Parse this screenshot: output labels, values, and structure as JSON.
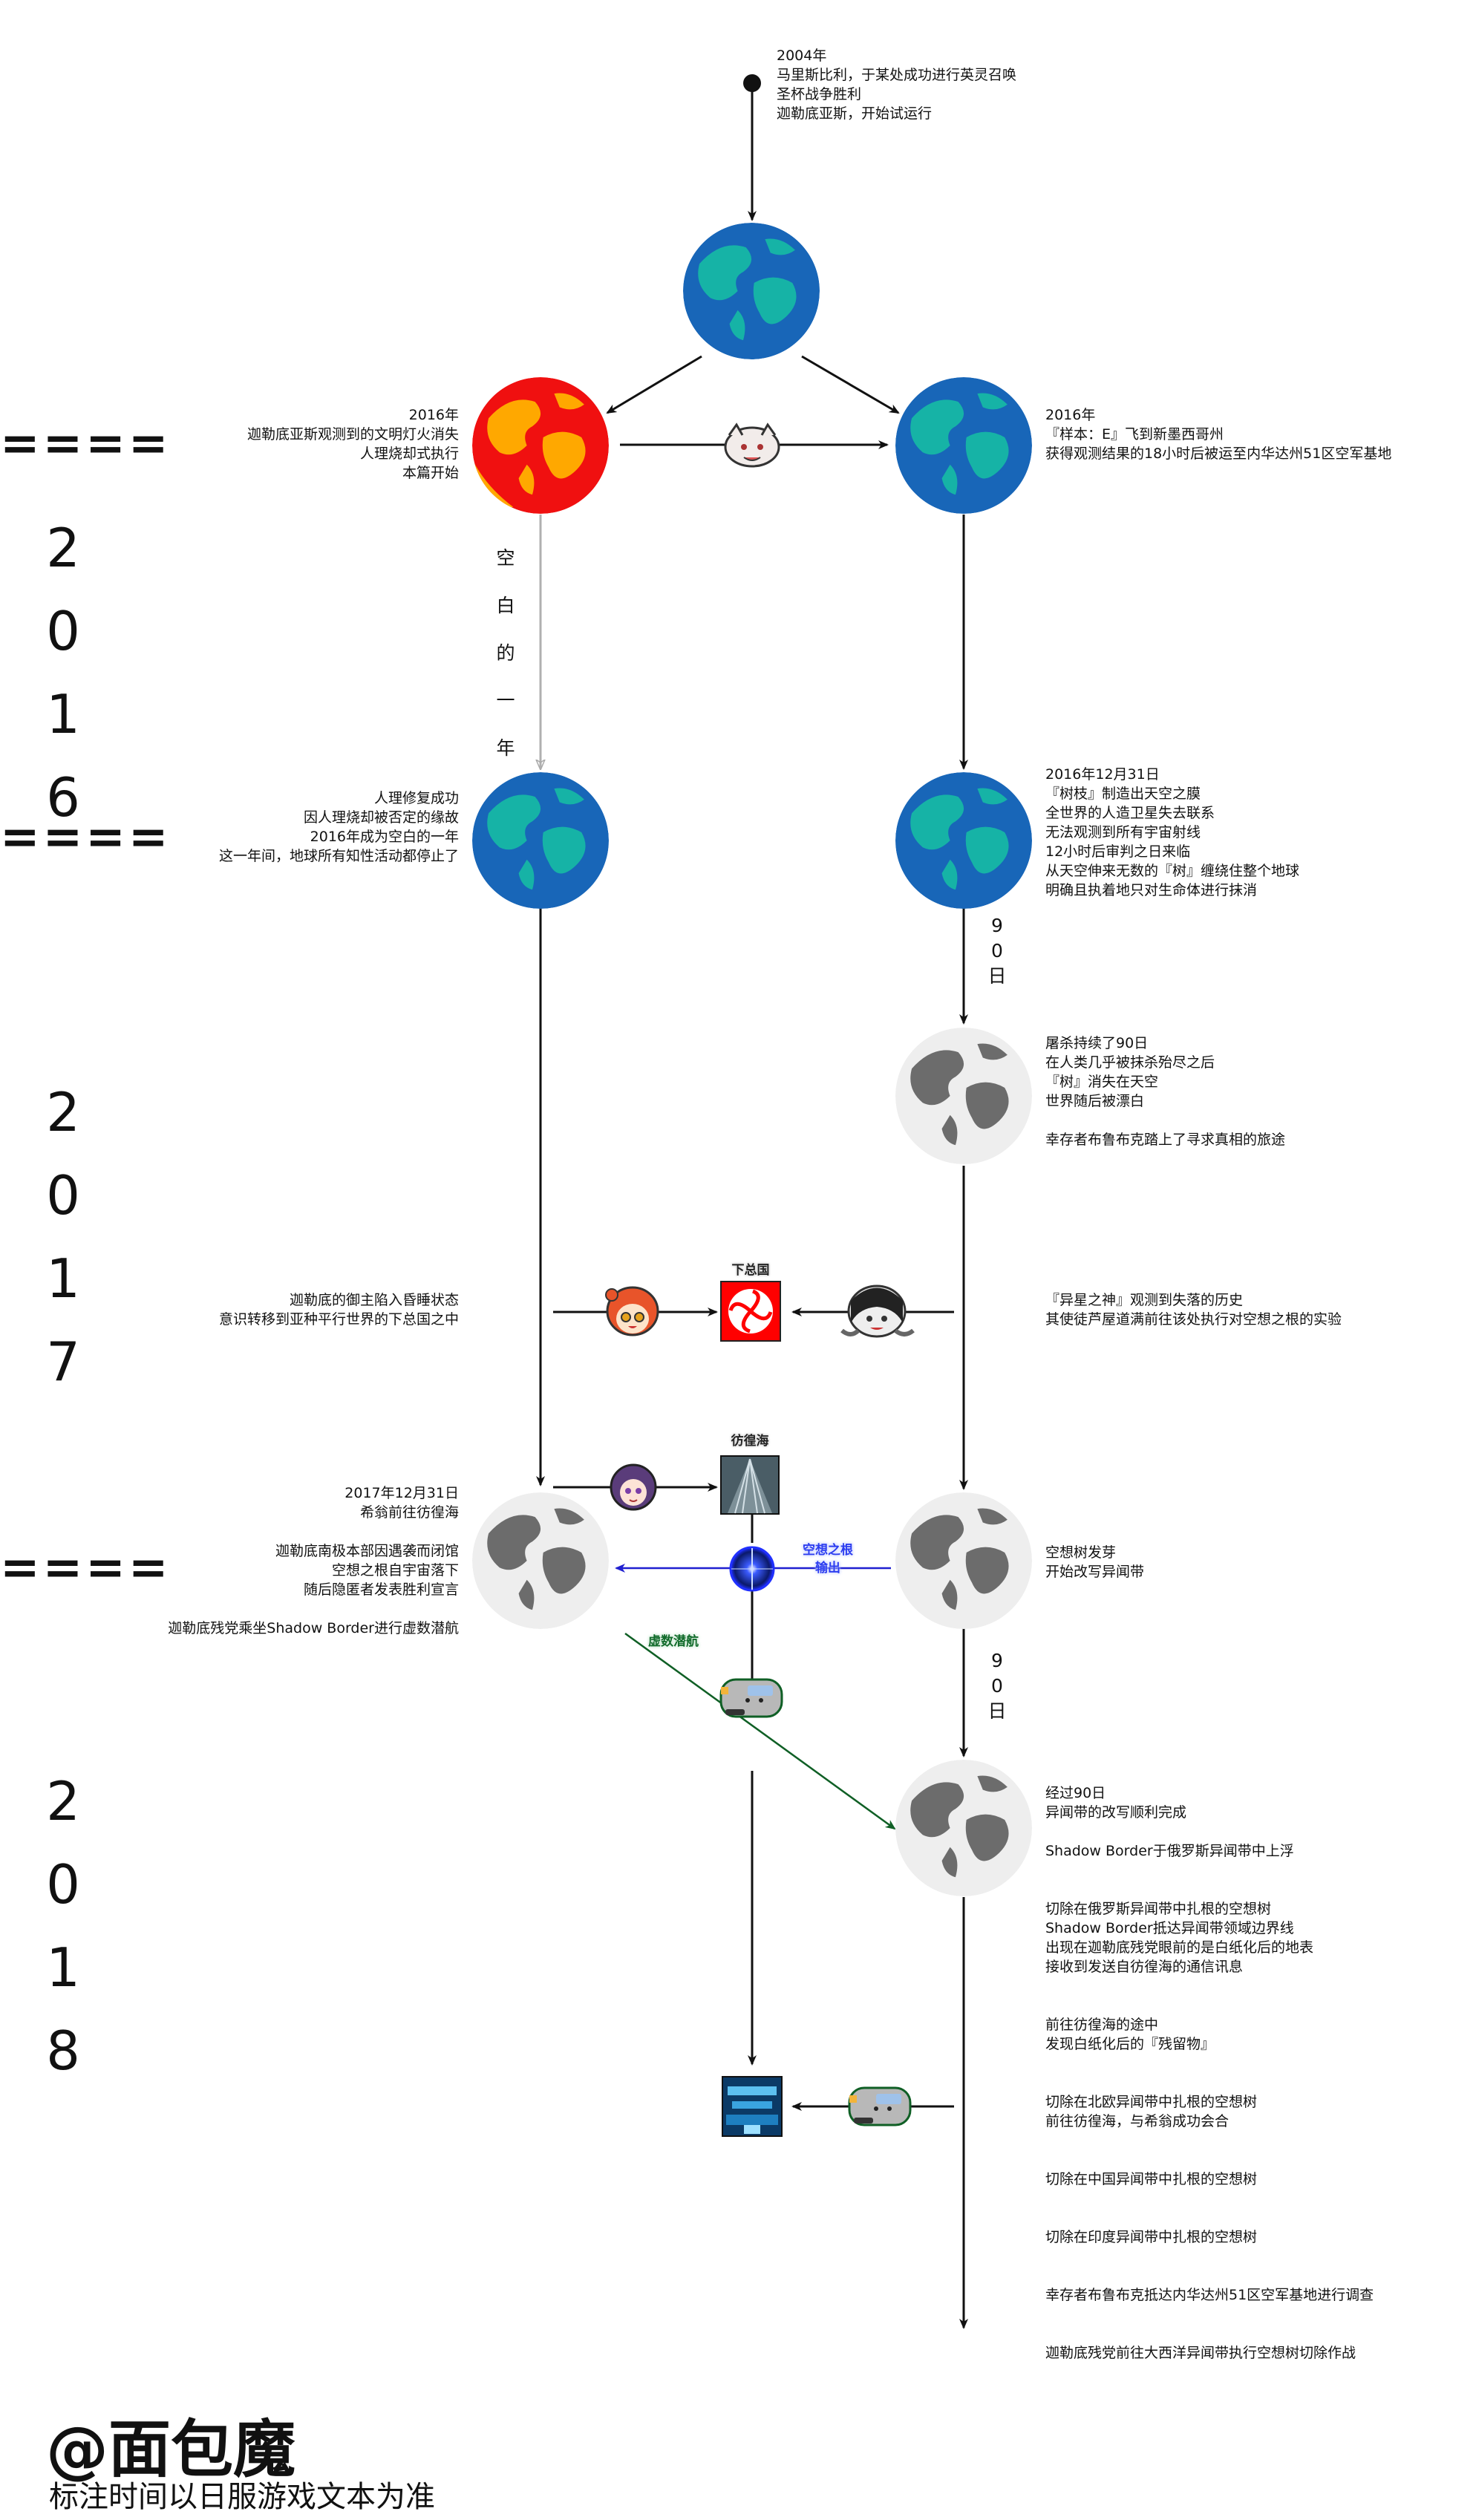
{
  "colors": {
    "line": "#111111",
    "gray_line": "#b0b0b0",
    "blue_line": "#2020d0",
    "green_line": "#0f5f25",
    "ocean": "#1866b8",
    "land": "#16b3a6",
    "fire_red": "#f01010",
    "fire_orange": "#ffa800",
    "white_globe": "#eeeeee",
    "white_land": "#6c6c6c"
  },
  "events": {
    "e2004": "2004年\n马里斯比利，于某处成功进行英灵召唤\n圣杯战争胜利\n迦勒底亚斯，开始试运行",
    "e2016_left": "2016年\n迦勒底亚斯观测到的文明灯火消失\n人理烧却式执行\n本篇开始",
    "e2016_right": "2016年\n『样本：E』飞到新墨西哥州\n获得观测结果的18小时后被运至内华达州51区空军基地",
    "e2016_restore": "人理修复成功\n因人理烧却被否定的缘故\n2016年成为空白的一年\n这一年间，地球所有知性活动都停止了",
    "e2016_1231": "2016年12月31日\n『树枝』制造出天空之膜\n全世界的人造卫星失去联系\n无法观测到所有宇宙射线\n12小时后审判之日来临\n从天空伸来无数的『树』缠绕住整个地球\n明确且执着地只对生命体进行抹消",
    "e_bleach": "屠杀持续了90日\n在人类几乎被抹杀殆尽之后\n『树』消失在天空\n世界随后被漂白\n\n幸存者布鲁布克踏上了寻求真相的旅途",
    "e_sleep": "迦勒底的御主陷入昏睡状态\n意识转移到亚种平行世界的下总国之中",
    "e_foreign_god": "『异星之神』观测到失落的历史\n其使徒芦屋道满前往该处执行对空想之根的实验",
    "e2017_1231": "2017年12月31日\n希翁前往彷徨海\n\n迦勒底南极本部因遇袭而闭馆\n空想之根自宇宙落下\n随后隐匿者发表胜利宣言\n\n迦勒底残党乘坐Shadow Border进行虚数潜航",
    "e_tree_sprout": "空想树发芽\n开始改写异闻带",
    "e2018": "经过90日\n异闻带的改写顺利完成\n\nShadow Border于俄罗斯异闻带中上浮\n\n\n切除在俄罗斯异闻带中扎根的空想树\nShadow Border抵达异闻带领域边界线\n出现在迦勒底残党眼前的是白纸化后的地表\n接收到发送自彷徨海的通信讯息\n\n\n前往彷徨海的途中\n发现白纸化后的『残留物』\n\n\n切除在北欧异闻带中扎根的空想树\n前往彷徨海，与希翁成功会合\n\n\n切除在中国异闻带中扎根的空想树\n\n\n切除在印度异闻带中扎根的空想树\n\n\n幸存者布鲁布克抵达内华达州51区空军基地进行调查\n\n\n迦勒底残党前往大西洋异闻带执行空想树切除作战"
  },
  "labels": {
    "blank_year": "空\n白\n的\n一\n年",
    "days90_a": "9\n0\n日",
    "days90_b": "9\n0\n日",
    "shimousa": "下总国",
    "wandering_sea": "彷徨海",
    "root_output": "空想之根\n输出",
    "imaginary_dive": "虚数潜航"
  },
  "years": {
    "y2016": "2\n0\n1\n6",
    "y2017": "2\n0\n1\n7",
    "y2018": "2\n0\n1\n8"
  },
  "separators": {
    "s1": "====",
    "s2": "====",
    "s3": "===="
  },
  "footer": {
    "handle": "@面包魔",
    "note": "标注时间以日服游戏文本为准"
  },
  "icons": [
    "start-dot",
    "blue-globe",
    "red-fire-globe",
    "white-bleached-globe",
    "fou-chibi",
    "gudako-chibi",
    "doman-chibi",
    "sion-chibi",
    "shimousa-crest",
    "wandering-sea-tile",
    "root-of-fantasy-orb",
    "shadow-border-chibi",
    "ocean-tile"
  ]
}
